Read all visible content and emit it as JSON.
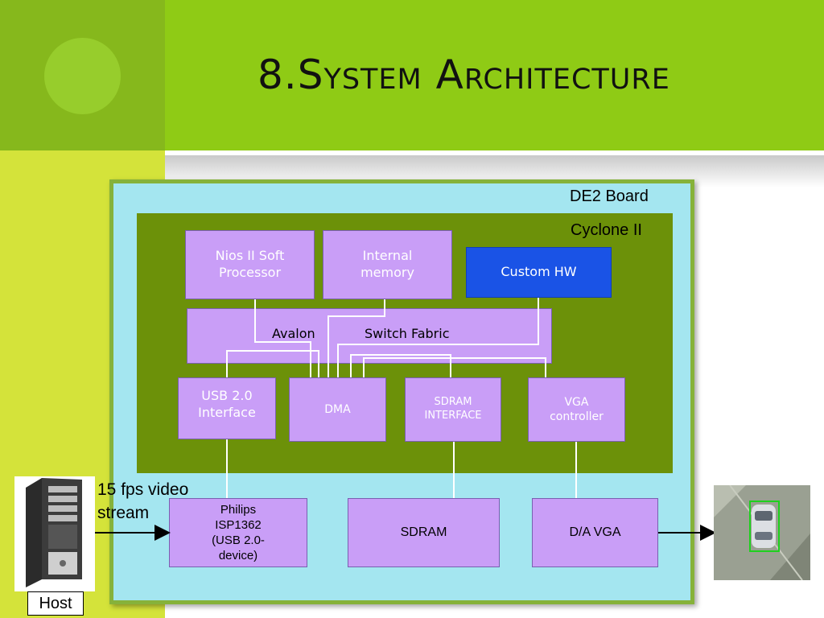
{
  "slide": {
    "title": "8.System Architecture"
  },
  "board": {
    "label": "DE2 Board",
    "fpga_label": "Cyclone II"
  },
  "components": {
    "nios": "Nios II Soft\nProcessor",
    "memory": "Internal\nmemory",
    "custom_hw": "Custom HW",
    "avalon": "Avalon",
    "switch_fabric": "Switch Fabric",
    "usb": "USB  2.0\nInterface",
    "dma": "DMA",
    "sdram_interface": "SDRAM\nINTERFACE",
    "vga_controller": "VGA\ncontroller",
    "philips": "Philips\nISP1362\n(USB 2.0-\ndevice)",
    "sdram": "SDRAM",
    "da_vga": "D/A VGA"
  },
  "host": {
    "label": "Host",
    "stream_label": "15 fps video\nstream"
  },
  "output": {
    "icon": "car-detection-image"
  },
  "colors": {
    "title_band": "#8fcb15",
    "board": "#a4e6f0",
    "fpga": "#6c9109",
    "component": "#c99ef7",
    "custom_hw": "#1a53e6"
  }
}
